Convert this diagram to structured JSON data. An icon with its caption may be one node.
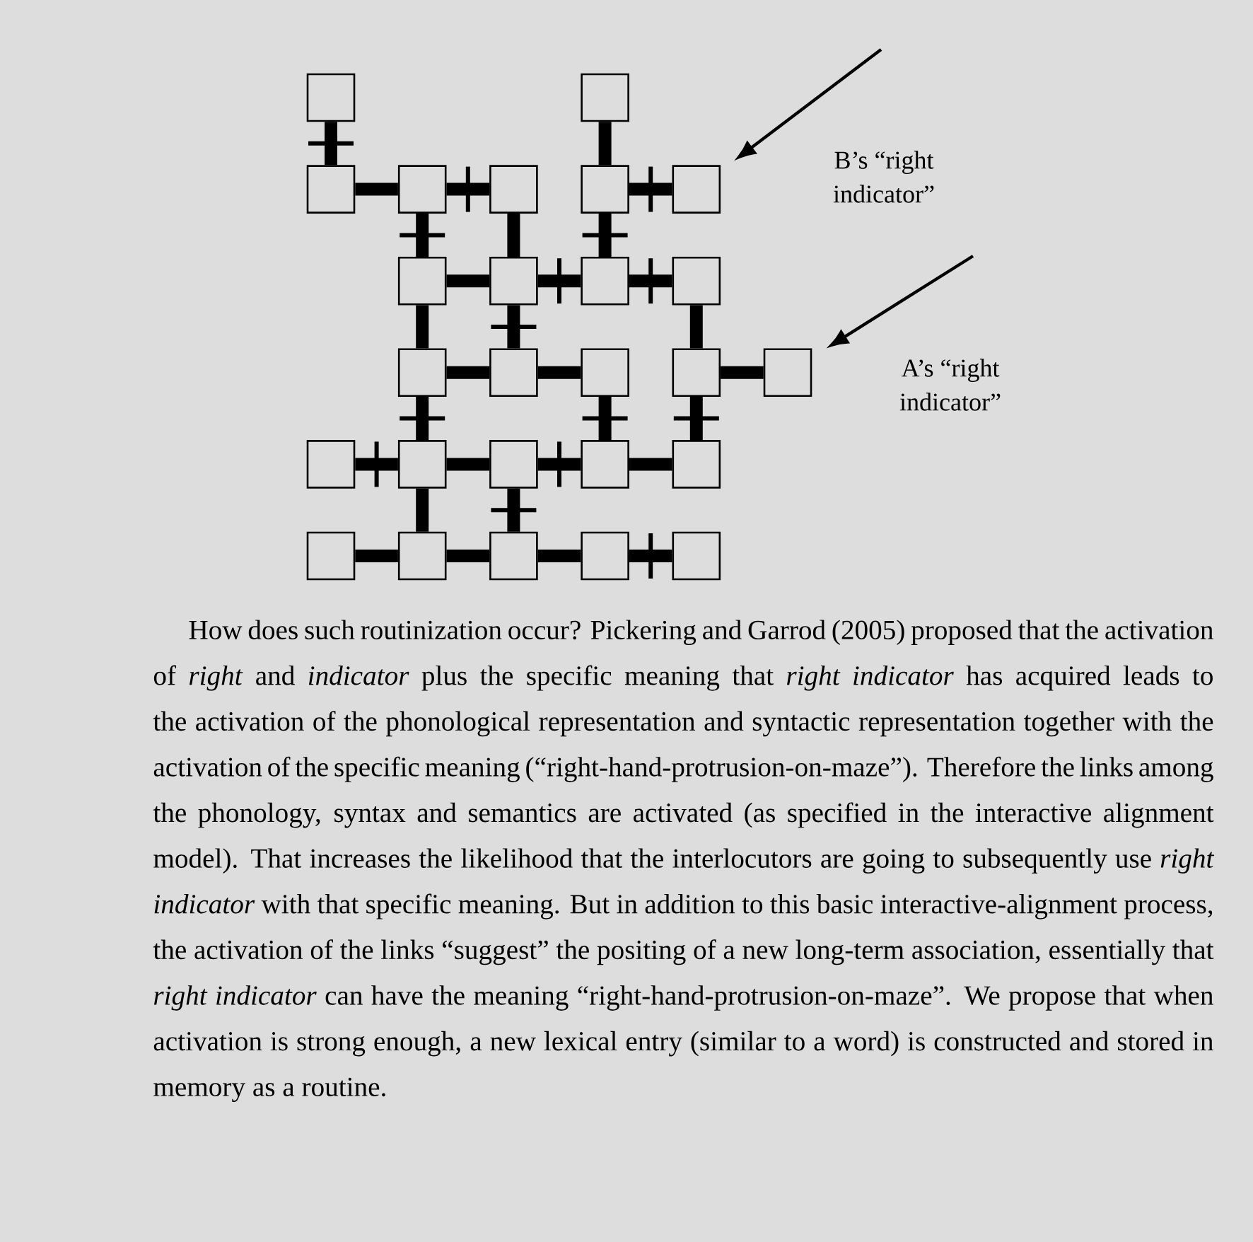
{
  "diagram": {
    "nodes": [
      {
        "text": [],
        "shape": "box"
      },
      {
        "text": [],
        "shape": "box"
      },
      {
        "text": [],
        "shape": "box"
      },
      {
        "text": [],
        "shape": "box"
      },
      {
        "text": [],
        "shape": "box"
      },
      {
        "text": [],
        "shape": "box"
      },
      {
        "text": [],
        "shape": "box"
      },
      {
        "text": [],
        "shape": "box"
      },
      {
        "text": [],
        "shape": "box"
      },
      {
        "text": [],
        "shape": "box"
      },
      {
        "text": [],
        "shape": "box"
      },
      {
        "text": [],
        "shape": "box"
      },
      {
        "text": [],
        "shape": "box"
      },
      {
        "text": [],
        "shape": "box"
      },
      {
        "text": [],
        "shape": "box"
      },
      {
        "text": [],
        "shape": "box"
      },
      {
        "text": [],
        "shape": "box"
      },
      {
        "text": [],
        "shape": "box"
      },
      {
        "text": [],
        "shape": "box"
      },
      {
        "text": [],
        "shape": "box"
      },
      {
        "text": [],
        "shape": "box"
      },
      {
        "text": [],
        "shape": "box"
      },
      {
        "text": [],
        "shape": "box"
      },
      {
        "text": [],
        "shape": "box"
      },
      {
        "text": [],
        "shape": "box"
      },
      {
        "text": [],
        "shape": "box"
      }
    ],
    "edges": [
      {
        "from": 0,
        "to": 2,
        "arrow": "none"
      },
      {
        "from": 1,
        "to": 5,
        "arrow": "none"
      },
      {
        "from": 3,
        "to": 7,
        "arrow": "none"
      },
      {
        "from": 4,
        "to": 8,
        "arrow": "none"
      },
      {
        "from": 5,
        "to": 9,
        "arrow": "none"
      },
      {
        "from": 7,
        "to": 11,
        "arrow": "none"
      },
      {
        "from": 8,
        "to": 12,
        "arrow": "none"
      },
      {
        "from": 10,
        "to": 14,
        "arrow": "none"
      },
      {
        "from": 11,
        "to": 17,
        "arrow": "none"
      },
      {
        "from": 13,
        "to": 19,
        "arrow": "none"
      },
      {
        "from": 14,
        "to": 20,
        "arrow": "none"
      },
      {
        "from": 17,
        "to": 22,
        "arrow": "none"
      },
      {
        "from": 18,
        "to": 23,
        "arrow": "none"
      },
      {
        "from": 2,
        "to": 3,
        "arrow": "none"
      },
      {
        "from": 3,
        "to": 4,
        "arrow": "none"
      },
      {
        "from": 5,
        "to": 6,
        "arrow": "none"
      },
      {
        "from": 7,
        "to": 8,
        "arrow": "none"
      },
      {
        "from": 8,
        "to": 9,
        "arrow": "none"
      },
      {
        "from": 9,
        "to": 10,
        "arrow": "none"
      },
      {
        "from": 11,
        "to": 12,
        "arrow": "none"
      },
      {
        "from": 12,
        "to": 13,
        "arrow": "none"
      },
      {
        "from": 14,
        "to": 15,
        "arrow": "none"
      },
      {
        "from": 16,
        "to": 17,
        "arrow": "none"
      },
      {
        "from": 17,
        "to": 18,
        "arrow": "none"
      },
      {
        "from": 18,
        "to": 19,
        "arrow": "none"
      },
      {
        "from": 19,
        "to": 20,
        "arrow": "none"
      },
      {
        "from": 21,
        "to": 22,
        "arrow": "none"
      },
      {
        "from": 22,
        "to": 23,
        "arrow": "none"
      },
      {
        "from": 23,
        "to": 24,
        "arrow": "none"
      },
      {
        "from": 24,
        "to": 25,
        "arrow": "none"
      },
      {
        "from": null,
        "to": 6,
        "arrow": "to"
      },
      {
        "from": null,
        "to": 15,
        "arrow": "to"
      }
    ],
    "labels": [
      "B’s “right indicator”",
      "A’s “right indicator”",
      "How does such routinization occur? Pickering and Garrod (2005) proposed that the activation of *right* and *indicator* plus the specific meaning that *right indicator* has acquired leads to the activation of the phonological representation and syntactic representation together with the activation of the specific meaning (“right-hand-protrusion-on-maze”). Therefore the links among the phonology, syntax and semantics are activated (as specified in the interactive alignment model). That increases the likelihood that the interlocutors are going to subsequently use *right indicator* with that specific meaning. But in addition to this basic interactive-alignment process, the activation of the links “suggest” the positing of a new long-term association, essentially that *right indicator* can have the meaning “right-hand-protrusion-on-maze”. We propose that when activation is strong enough, a new lexical entry (similar to a word) is constructed and stored in memory as a routine."
    ]
  }
}
